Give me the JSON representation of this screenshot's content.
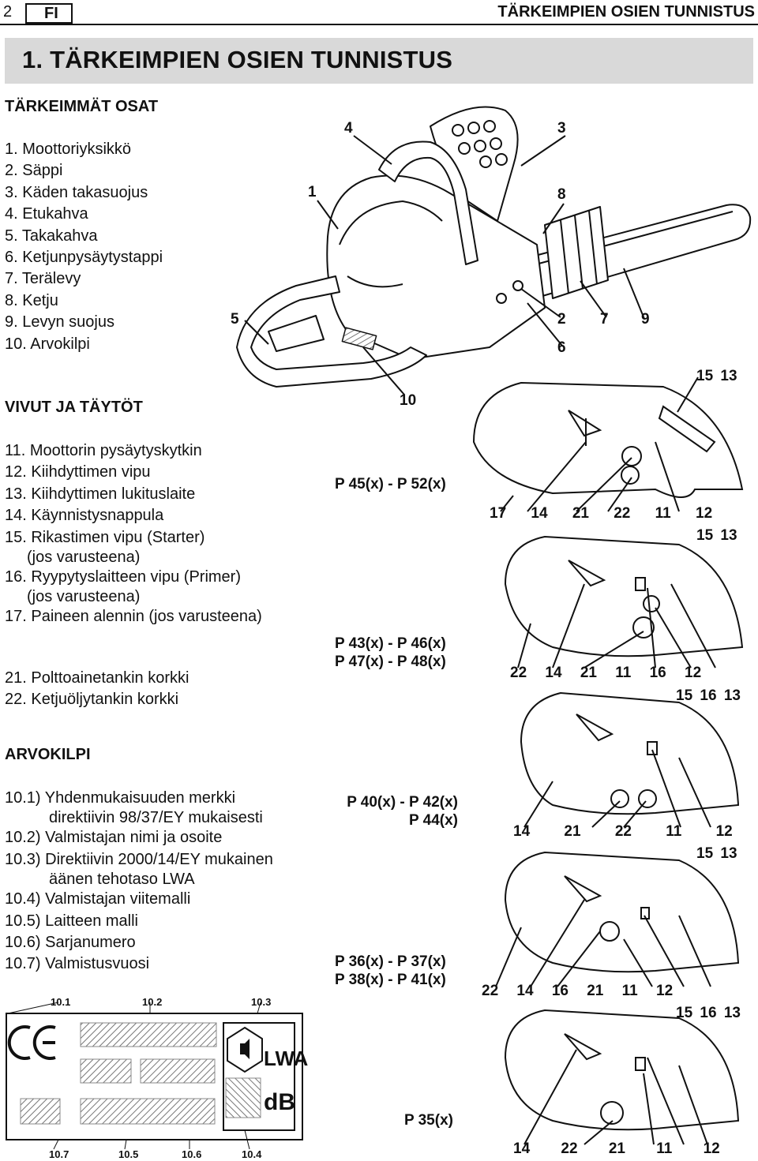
{
  "header": {
    "page_number": "2",
    "language": "FI",
    "running_title": "TÄRKEIMPIEN OSIEN TUNNISTUS"
  },
  "section_title": "1. TÄRKEIMPIEN OSIEN TUNNISTUS",
  "main_parts": {
    "heading": "TÄRKEIMMÄT OSAT",
    "items": [
      "1. Moottoriyksikkö",
      "2. Säppi",
      "3. Käden takasuojus",
      "4. Etukahva",
      "5. Takakahva",
      "6. Ketjunpysäytystappi",
      "7. Terälevy",
      "8. Ketju",
      "9. Levyn suojus",
      "10. Arvokilpi"
    ]
  },
  "controls": {
    "heading": "VIVUT JA TÄYTÖT",
    "items": [
      {
        "text": "11. Moottorin pysäytyskytkin",
        "sub": ""
      },
      {
        "text": "12. Kiihdyttimen vipu",
        "sub": ""
      },
      {
        "text": "13. Kiihdyttimen lukituslaite",
        "sub": ""
      },
      {
        "text": "14. Käynnistysnappula",
        "sub": ""
      },
      {
        "text": "15. Rikastimen vipu (Starter)",
        "sub": "(jos varusteena)"
      },
      {
        "text": "16. Ryypytyslaitteen vipu (Primer)",
        "sub": "(jos varusteena)"
      },
      {
        "text": "17. Paineen alennin (jos varusteena)",
        "sub": ""
      }
    ],
    "items2": [
      "21. Polttoainetankin korkki",
      "22. Ketjuöljytankin korkki"
    ]
  },
  "rating_plate": {
    "heading": "ARVOKILPI",
    "items": [
      {
        "text": "10.1) Yhdenmukaisuuden merkki",
        "sub": "direktiivin 98/37/EY mukaisesti"
      },
      {
        "text": "10.2) Valmistajan nimi ja osoite",
        "sub": ""
      },
      {
        "text": "10.3) Direktiivin 2000/14/EY mukainen",
        "sub": "äänen tehotaso LWA"
      },
      {
        "text": "10.4) Valmistajan viitemalli",
        "sub": ""
      },
      {
        "text": "10.5) Laitteen malli",
        "sub": ""
      },
      {
        "text": "10.6) Sarjanumero",
        "sub": ""
      },
      {
        "text": "10.7) Valmistusvuosi",
        "sub": ""
      }
    ],
    "codes_top": [
      "10.1",
      "10.2",
      "10.3"
    ],
    "codes_bottom": [
      "10.7",
      "10.5",
      "10.6",
      "10.4"
    ],
    "lwa": "LWA",
    "db": "dB"
  },
  "chainsaw_callouts": [
    "1",
    "2",
    "3",
    "4",
    "5",
    "6",
    "7",
    "8",
    "9",
    "10"
  ],
  "models": [
    {
      "lines": [
        "P 45(x) - P 52(x)"
      ],
      "top_labels": "15 13",
      "bottom_labels": "17 14 21 22 11 12"
    },
    {
      "lines": [
        "P 43(x) - P 46(x)",
        "P 47(x) - P 48(x)"
      ],
      "top_labels": "15 13",
      "bottom_labels": "22 14 21 11 16 12"
    },
    {
      "lines": [
        "P 40(x) - P 42(x)",
        "P 44(x)"
      ],
      "top_labels": "15 16 13",
      "bottom_labels": "14 21 22 11 12"
    },
    {
      "lines": [
        "P 36(x) - P 37(x)",
        "P 38(x) - P 41(x)"
      ],
      "top_labels": "15 13",
      "bottom_labels": "22 14 16 21 11 12"
    },
    {
      "lines": [
        "P 35(x)"
      ],
      "top_labels": "15 16 13",
      "bottom_labels": "14 22 21 11 12"
    }
  ]
}
